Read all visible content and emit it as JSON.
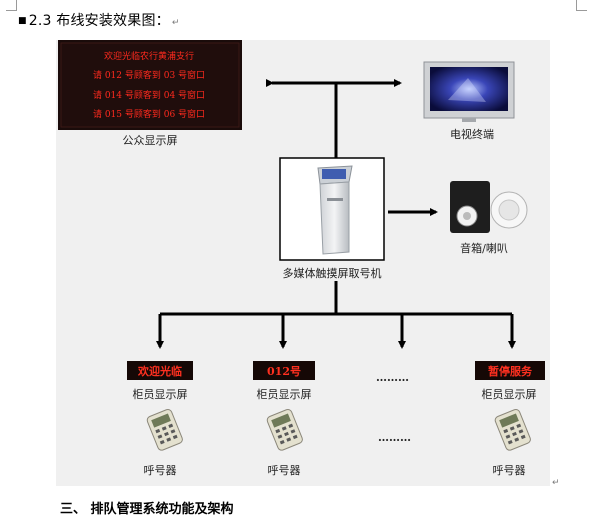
{
  "document": {
    "heading_number": "2.3",
    "heading_text": "布线安装效果图：",
    "paragraph_mark": "↵",
    "end_mark": "↵",
    "next_heading_partial": "三、  排队管理系统功能及架构"
  },
  "figure": {
    "public_screen": {
      "lines": [
        "欢迎光临农行黄浦支行",
        "请 012 号顾客到 03 号窗口",
        "请 014 号顾客到 04 号窗口",
        "请 015 号顾客到 06 号窗口"
      ],
      "label": "公众显示屏"
    },
    "tv_label": "电视终端",
    "kiosk_label": "多媒体触摸屏取号机",
    "speaker_label": "音箱/喇叭",
    "counters": [
      {
        "display": "欢迎光临",
        "label": "柜员显示屏",
        "pager_label": "呼号器"
      },
      {
        "display": "012号",
        "label": "柜员显示屏",
        "pager_label": "呼号器"
      },
      {
        "display": "暂停服务",
        "label": "柜员显示屏"
      }
    ],
    "ellipsis": "………",
    "pager_label": "呼号器",
    "colors": {
      "led_text": "#ff2a1e",
      "line": "#000000",
      "background": "#f0f0f0"
    }
  }
}
